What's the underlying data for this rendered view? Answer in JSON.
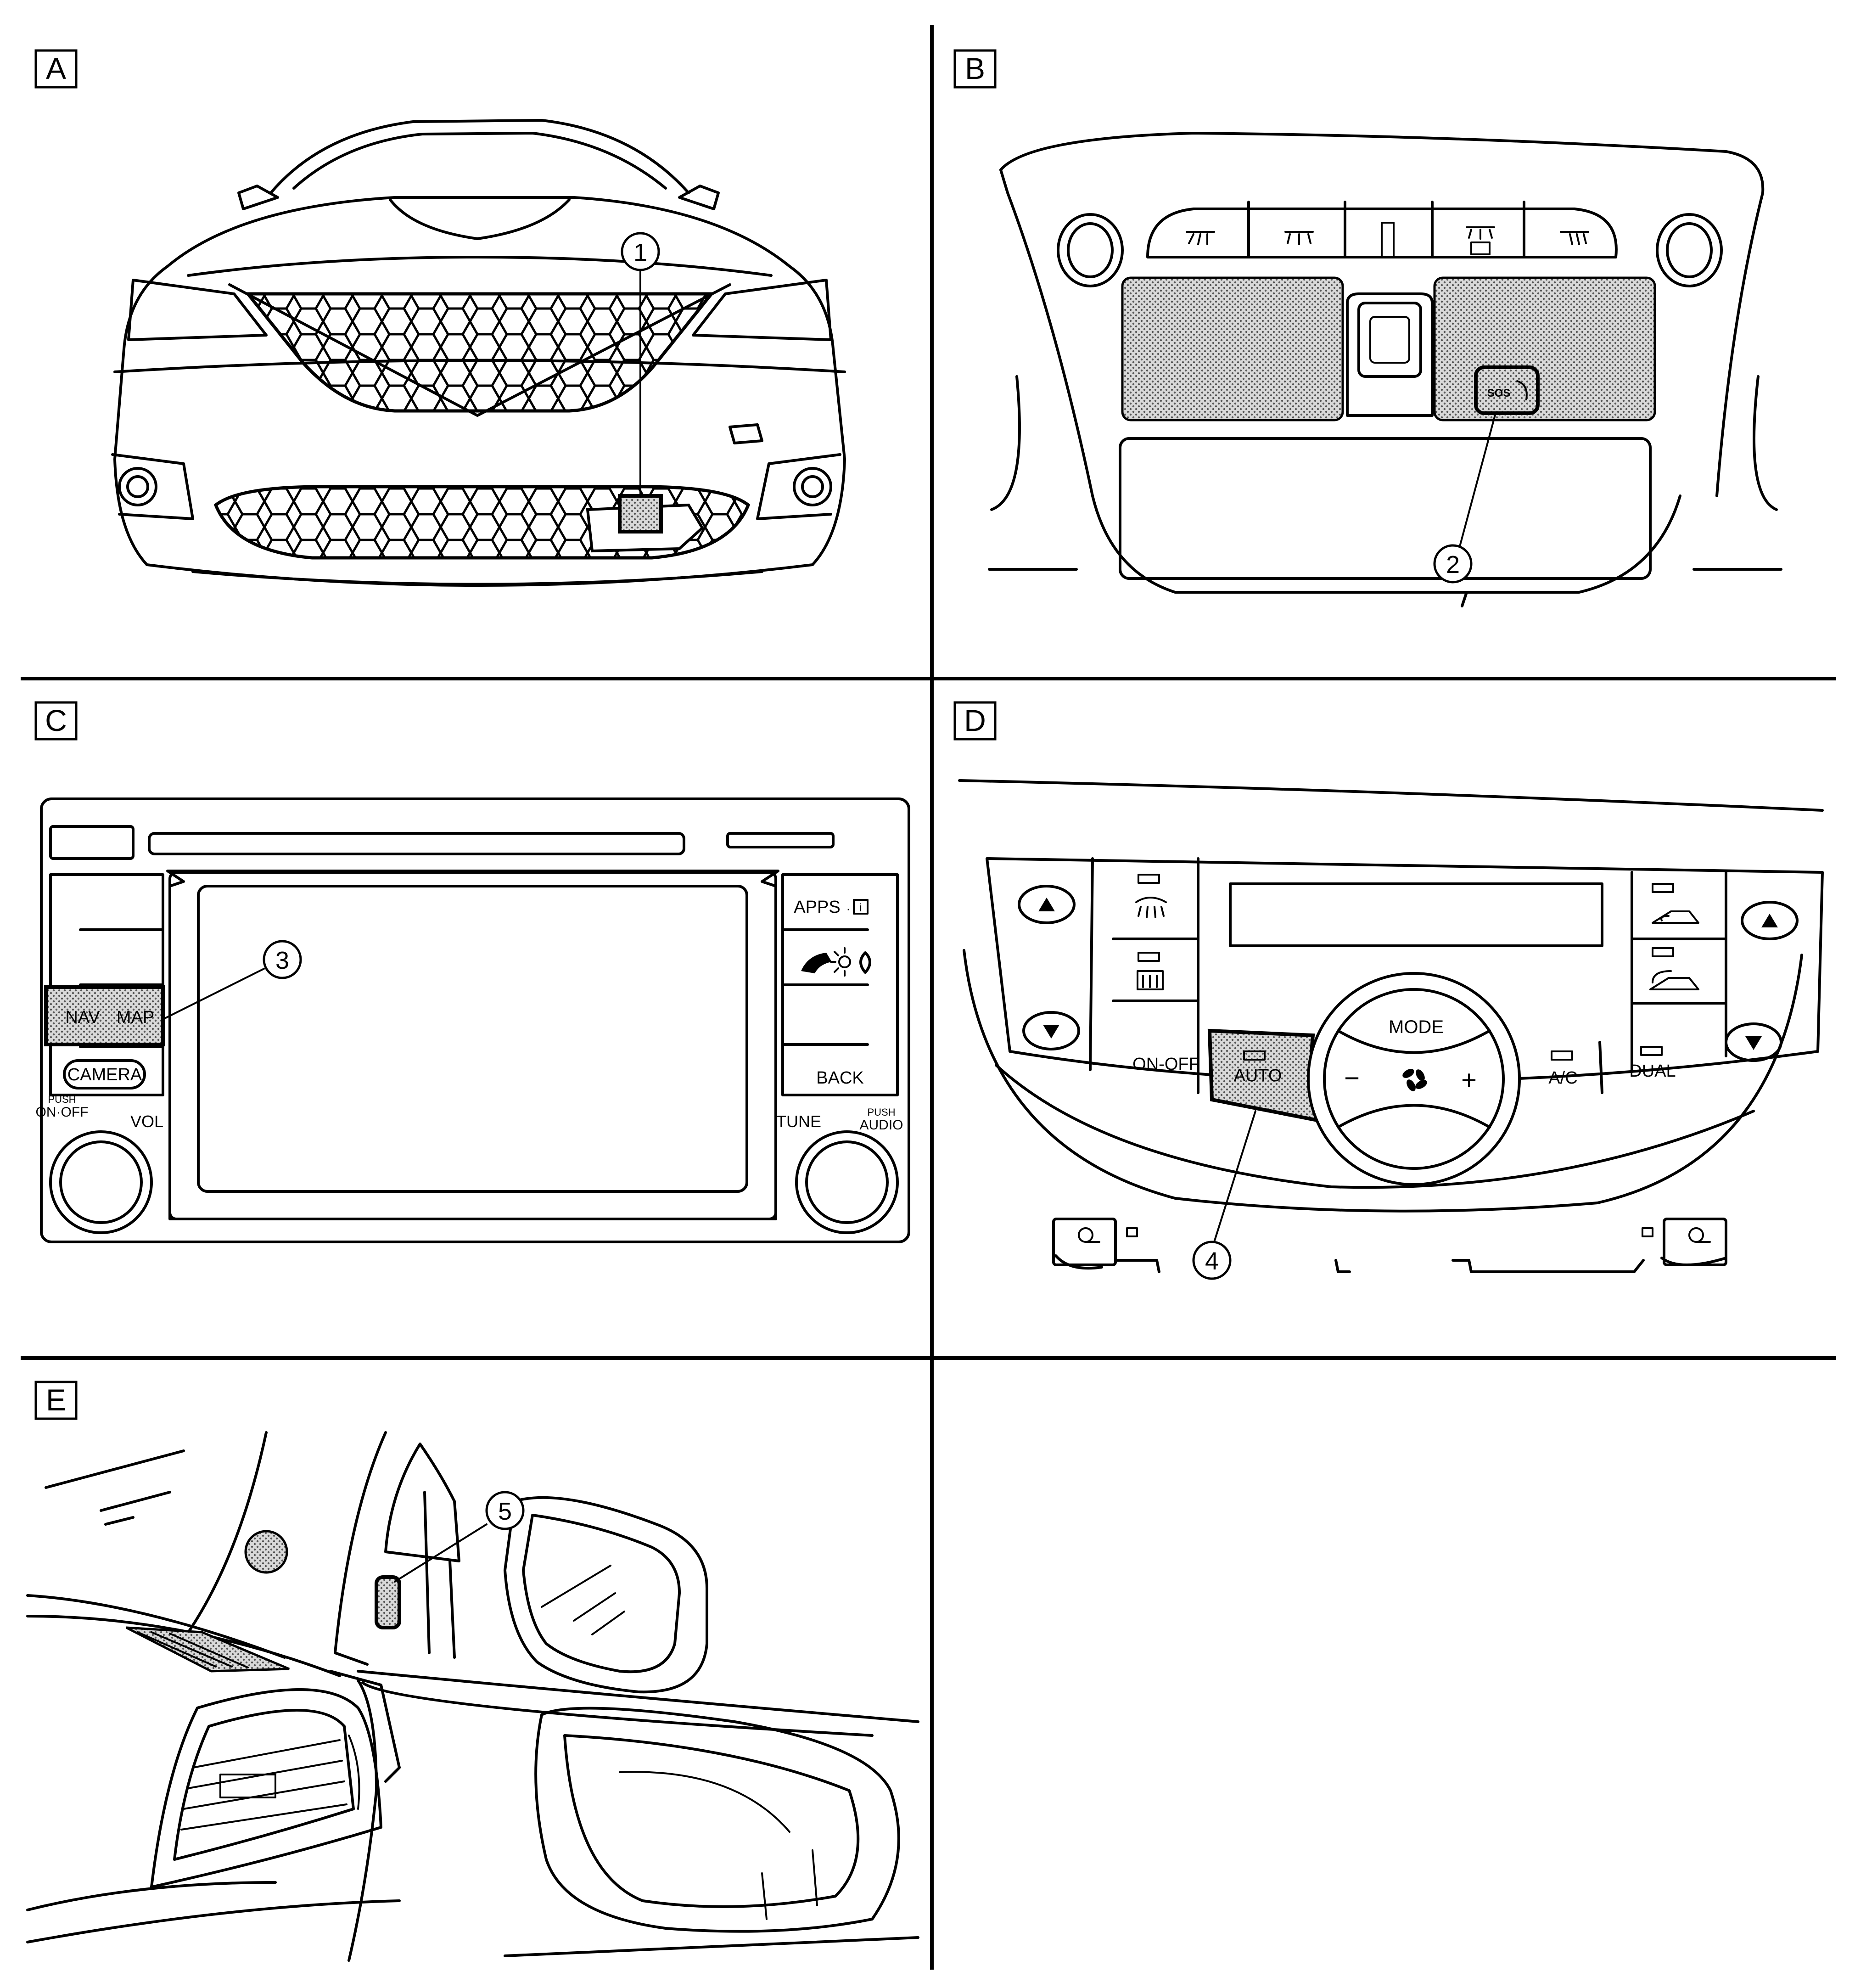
{
  "panels": {
    "a": {
      "label": "A"
    },
    "b": {
      "label": "B"
    },
    "c": {
      "label": "C",
      "buttons": {
        "apps": "APPS",
        "apps_info_glyph": "i",
        "nav": "NAV",
        "map": "MAP",
        "camera": "CAMERA",
        "back": "BACK",
        "push_left": "PUSH",
        "on_off": "ON·OFF",
        "vol": "VOL",
        "tune": "TUNE",
        "push_right": "PUSH",
        "audio": "AUDIO"
      }
    },
    "d": {
      "label": "D",
      "buttons": {
        "mode": "MODE",
        "on_off": "ON-OFF",
        "auto": "AUTO",
        "minus": "−",
        "plus": "+",
        "ac": "A/C",
        "dual": "DUAL"
      }
    },
    "e": {
      "label": "E"
    }
  },
  "callouts": [
    {
      "number": "1"
    },
    {
      "number": "2"
    },
    {
      "number": "3"
    },
    {
      "number": "4"
    },
    {
      "number": "5"
    }
  ],
  "sos_badge": "SOS"
}
